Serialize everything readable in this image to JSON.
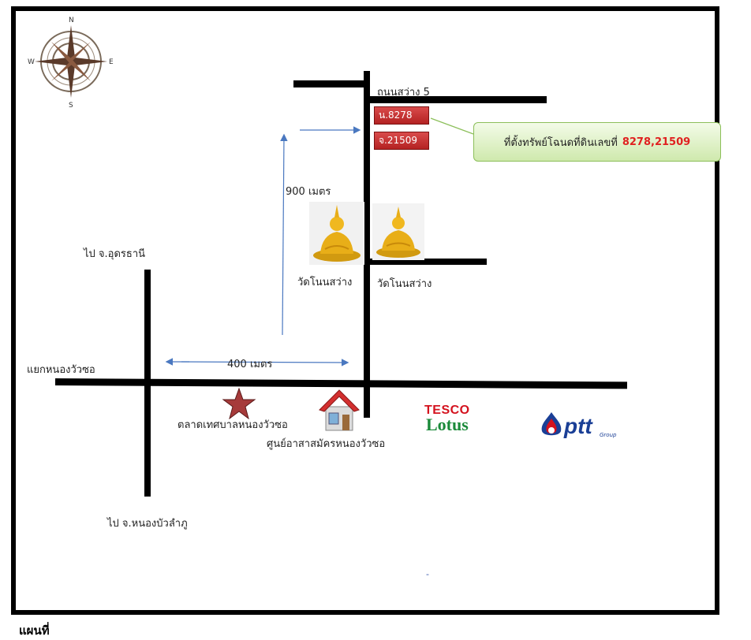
{
  "compass": {
    "north": "N",
    "south": "S",
    "east": "E",
    "west": "W"
  },
  "roads": {
    "sawang5": "ถนนสว่าง 5",
    "to_udon": "ไป จ.อุดรธานี",
    "intersection": "แยกหนองวัวซอ",
    "to_nongbua": "ไป จ.หนองบัวลำภู"
  },
  "parcels": [
    "น.8278",
    "จ.21509"
  ],
  "callout": {
    "label": "ที่ตั้งทรัพย์โฉนดที่ดินเลขที่",
    "numbers": "8278,21509"
  },
  "distances": {
    "north_leg": "900 เมตร",
    "east_leg": "400 เมตร"
  },
  "landmarks": {
    "temple_left": "วัดโนนสว่าง",
    "temple_right": "วัดโนนสว่าง",
    "market": "ตลาดเทศบาลหนองวัวซอ",
    "volunteer_center": "ศูนย์อาสาสมัครหนองวัวซอ"
  },
  "brands": {
    "tesco_top": "TESCO",
    "tesco_bottom": "Lotus",
    "ptt": "ptt",
    "ptt_sub": "Group"
  },
  "footer": {
    "heading": "แผนที่",
    "mark": "-"
  },
  "colors": {
    "parcel": "#c62828",
    "callout_text_highlight": "#e02020",
    "arrow": "#4a78c0",
    "star": "#a63a3a"
  }
}
